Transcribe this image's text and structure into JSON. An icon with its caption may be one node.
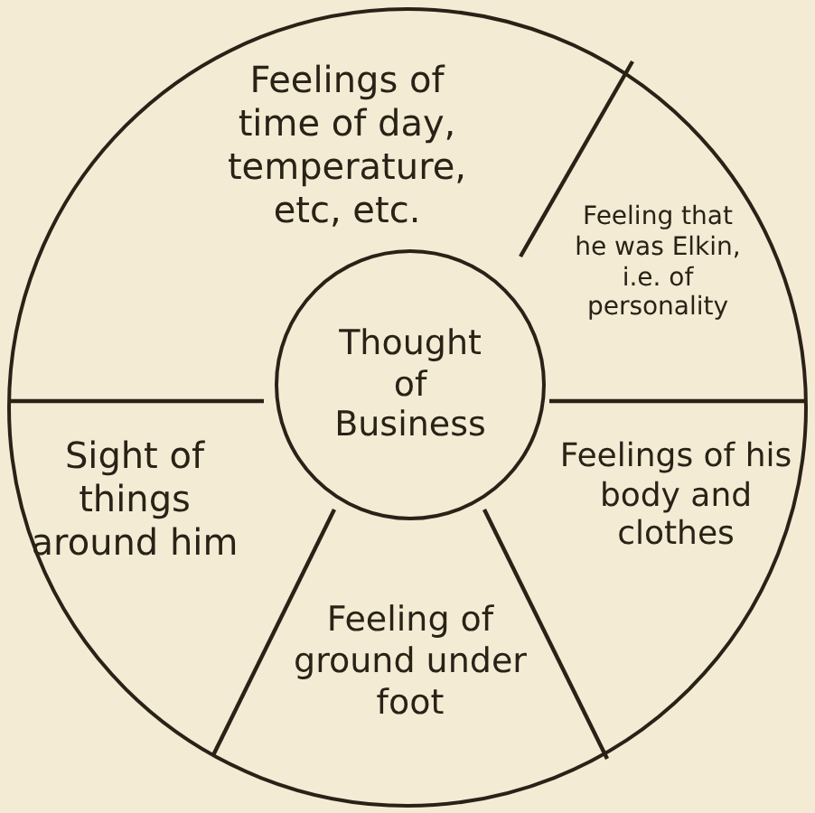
{
  "diagram": {
    "nodes": [
      {
        "text": [],
        "shape": "circle"
      },
      {
        "text": [
          "Feelings of time of day, temperature, etc, etc."
        ],
        "in": 0
      },
      {
        "text": [
          "Feeling that he was Elkin, i.e. of personality"
        ],
        "in": 0
      },
      {
        "text": [
          "Thought of Business"
        ],
        "in": 0
      },
      {
        "text": [
          "Sight of things around him"
        ],
        "in": 0
      },
      {
        "text": [
          "Feelings of his body and clothes"
        ],
        "in": 0
      },
      {
        "text": [
          "Feeling of ground under foot"
        ],
        "in": 0
      }
    ]
  }
}
